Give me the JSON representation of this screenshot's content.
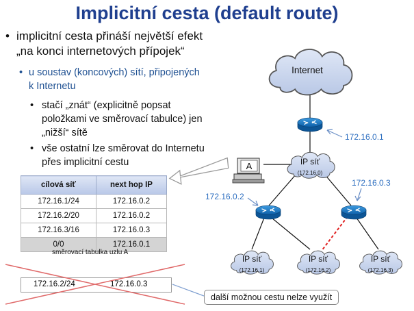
{
  "title": "Implicitní cesta (default route)",
  "bullets": {
    "b1_line1": "implicitní cesta přináší největší efekt",
    "b1_line2": "„na konci internetových přípojek“",
    "b2_line1": "u soustav (koncových) sítí, připojených",
    "b2_line2": "k Internetu",
    "b3_line1": "stačí „znát“ (explicitně popsat",
    "b3_line2": "položkami ve směrovací tabulce) jen",
    "b3_line3": "„nižší“ sítě",
    "b4_line1": "vše ostatní lze směrovat do Internetu",
    "b4_line2": "přes implicitní cestu"
  },
  "table": {
    "headers": [
      "cílová síť",
      "next hop IP"
    ],
    "rows": [
      [
        "172.16.1/24",
        "172.16.0.2"
      ],
      [
        "172.16.2/20",
        "172.16.0.2"
      ],
      [
        "172.16.3/16",
        "172.16.0.3"
      ],
      [
        "0/0",
        "172.16.0.1"
      ]
    ],
    "caption": "směrovací tabulka uzlu A"
  },
  "crossed_entry": {
    "dest": "172.16.2/24",
    "hop": "172.16.0.3"
  },
  "callout": "další možnou cestu nelze využít",
  "network": {
    "internet": "Internet",
    "host": "A",
    "cloud_main": {
      "label": "IP síť",
      "sub": "(172.16.0)"
    },
    "cloud_1": {
      "label": "IP síť",
      "sub": "(172.16.1)"
    },
    "cloud_2": {
      "label": "IP síť",
      "sub": "(172.16.2)"
    },
    "cloud_3": {
      "label": "IP síť",
      "sub": "(172.16.3)"
    },
    "addr_top": "172.16.0.1",
    "addr_left": "172.16.0.2",
    "addr_right": "172.16.0.3"
  },
  "colors": {
    "title": "#1f3f8f",
    "sub_bullet": "#1d4f91",
    "address": "#2e6fc0",
    "router": "#1a78c2",
    "cloud": "#c9d5ec"
  }
}
